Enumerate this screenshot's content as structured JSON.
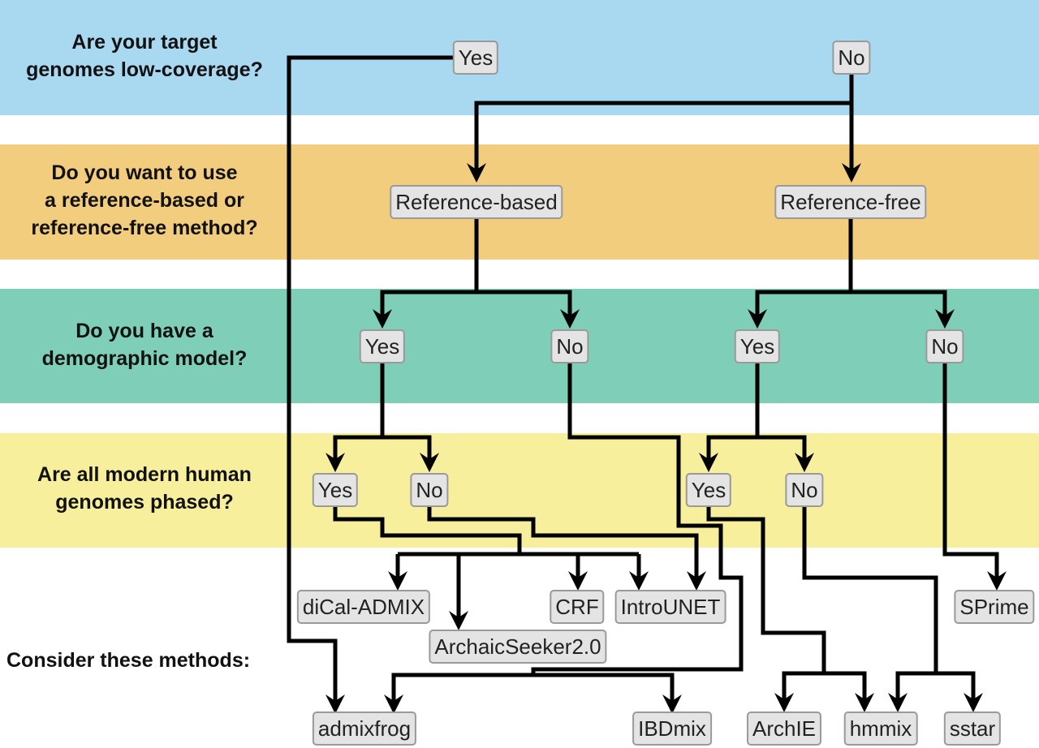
{
  "colors": {
    "band_1": "#a9d8f1",
    "band_2": "#f2cd7e",
    "band_3": "#7fceb8",
    "band_4": "#f7ef9b",
    "node_fill": "#e4e4e4",
    "node_border": "#9a9a9a",
    "line": "#000000"
  },
  "questions": [
    "Are your target\ngenomes low-coverage?",
    "Do you want to use\na reference-based or\nreference-free method?",
    "Do you have a\ndemographic model?",
    "Are all modern human\ngenomes phased?"
  ],
  "consider_label": "Consider these methods:",
  "nodes": {
    "q1_yes": "Yes",
    "q1_no": "No",
    "ref_based": "Reference-based",
    "ref_free": "Reference-free",
    "q3_rb_yes": "Yes",
    "q3_rb_no": "No",
    "q3_rf_yes": "Yes",
    "q3_rf_no": "No",
    "q4_rb_yes": "Yes",
    "q4_rb_no": "No",
    "q4_rf_yes": "Yes",
    "q4_rf_no": "No"
  },
  "methods": {
    "dical_admix": "diCal-ADMIX",
    "archaicseeker": "ArchaicSeeker2.0",
    "crf": "CRF",
    "introunet": "IntroUNET",
    "sprime": "SPrime",
    "admixfrog": "admixfrog",
    "ibdmix": "IBDmix",
    "archie": "ArchIE",
    "hmmix": "hmmix",
    "sstar": "sstar"
  }
}
